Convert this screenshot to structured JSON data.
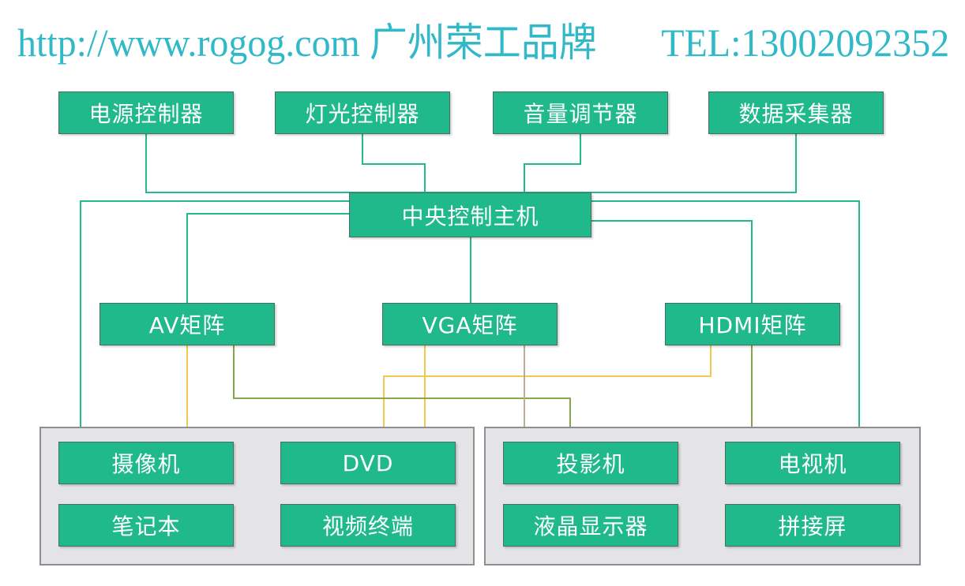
{
  "header": {
    "url": "http://www.rogog.com",
    "brand": "广州荣工品牌",
    "tel": "TEL:13002092352"
  },
  "diagram": {
    "top_devices": [
      "电源控制器",
      "灯光控制器",
      "音量调节器",
      "数据采集器"
    ],
    "center": "中央控制主机",
    "matrices": [
      "AV矩阵",
      "VGA矩阵",
      "HDMI矩阵"
    ],
    "left_group": [
      "摄像机",
      "DVD",
      "笔记本",
      "视频终端"
    ],
    "right_group": [
      "投影机",
      "电视机",
      "液晶显示器",
      "拼接屏"
    ]
  },
  "colors": {
    "box_fill": "#1fb98b",
    "control_line": "#22b98e",
    "av_line": "#f2c94a",
    "vga_line": "#b7ad99",
    "hdmi_line": "#8aa64a",
    "header_text": "#31b9c8",
    "group_fill": "#e4e3e5"
  }
}
